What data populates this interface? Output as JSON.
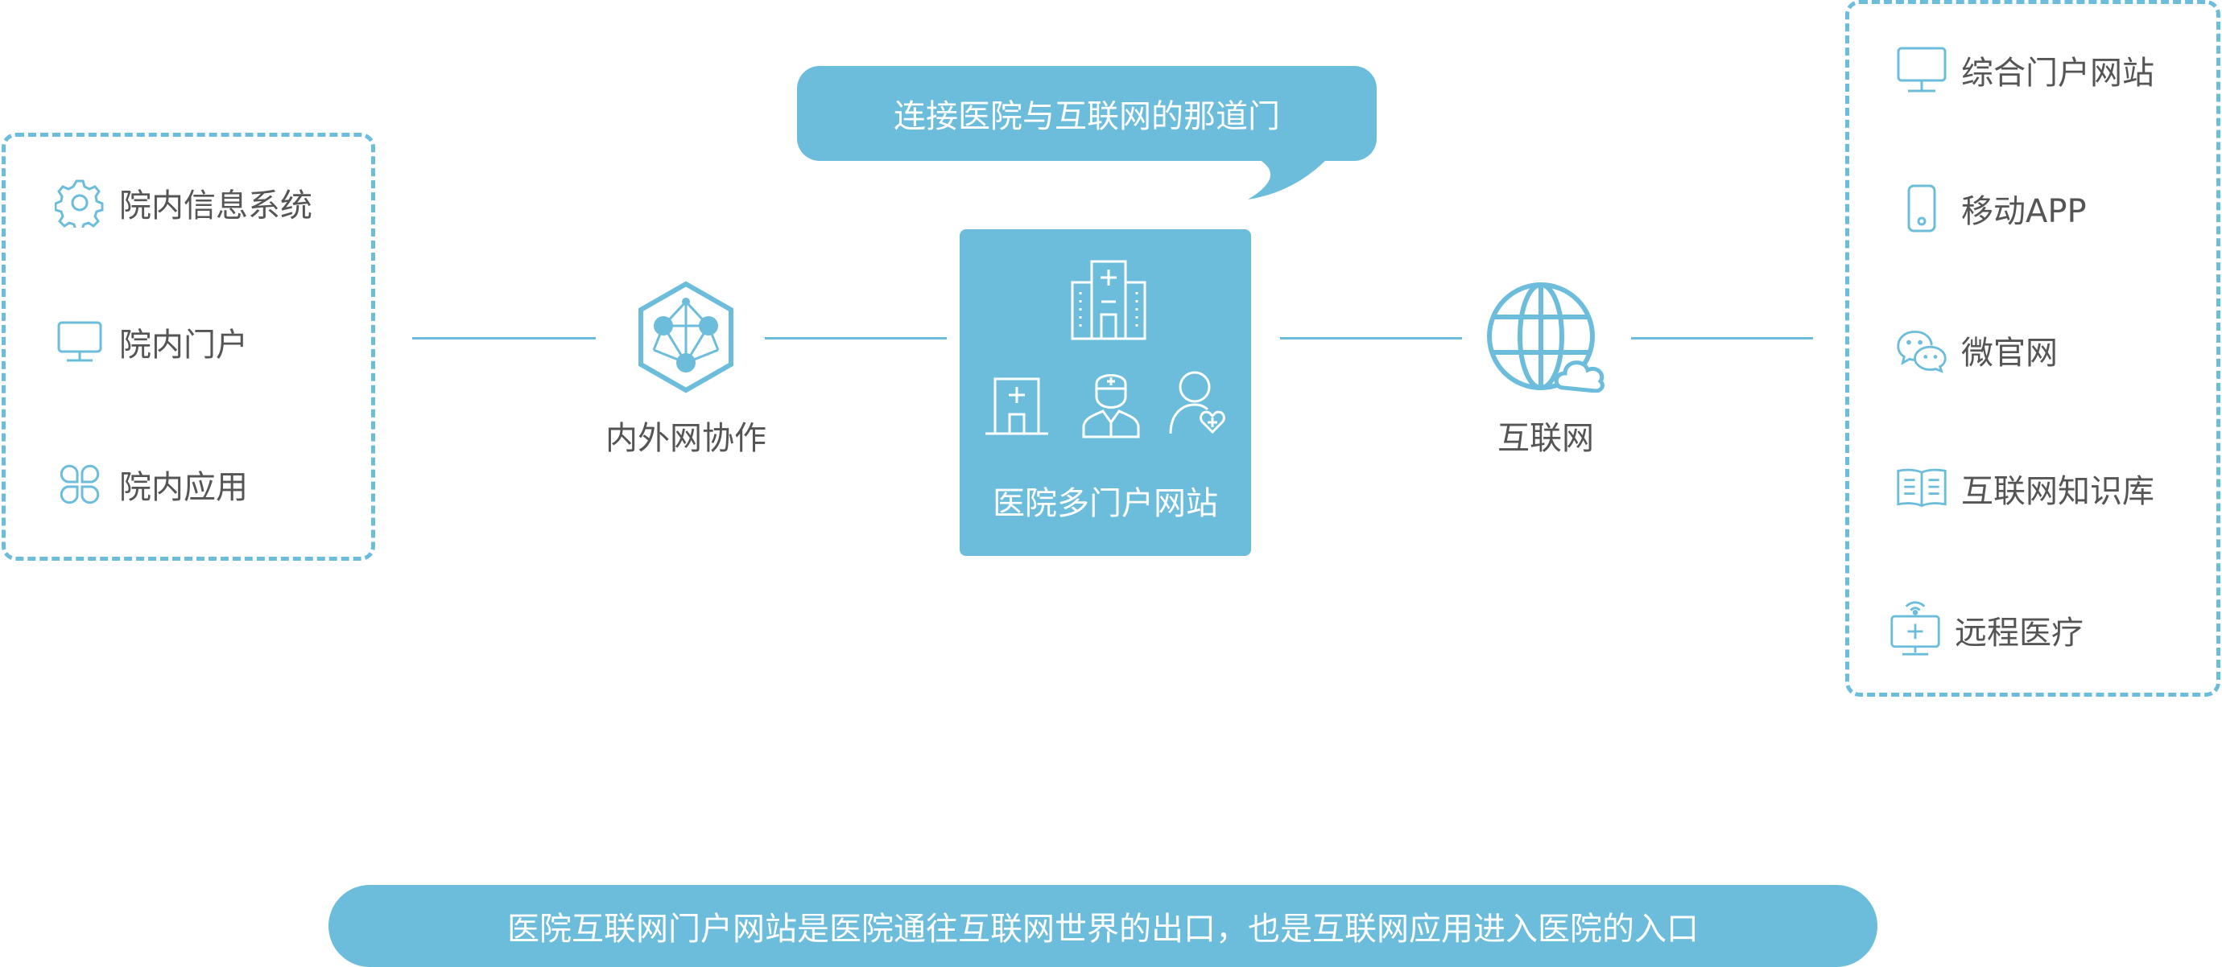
{
  "left_group": {
    "items": [
      {
        "label": "院内信息系统",
        "icon": "gear-icon"
      },
      {
        "label": "院内门户",
        "icon": "monitor-icon"
      },
      {
        "label": "院内应用",
        "icon": "apps-icon"
      }
    ]
  },
  "nodes": {
    "intranet_label": "内外网协作",
    "internet_label": "互联网"
  },
  "center": {
    "title": "医院多门户网站",
    "bubble": "连接医院与互联网的那道门"
  },
  "right_group": {
    "items": [
      {
        "label": "综合门户网站",
        "icon": "monitor-icon"
      },
      {
        "label": "移动APP",
        "icon": "phone-icon"
      },
      {
        "label": "微官网",
        "icon": "wechat-icon"
      },
      {
        "label": "互联网知识库",
        "icon": "book-icon"
      },
      {
        "label": "远程医疗",
        "icon": "telemedicine-icon"
      }
    ]
  },
  "footer": {
    "text": "医院互联网门户网站是医院通往互联网世界的出口，也是互联网应用进入医院的入口"
  },
  "colors": {
    "accent": "#6cbcdb",
    "text": "#555555"
  }
}
